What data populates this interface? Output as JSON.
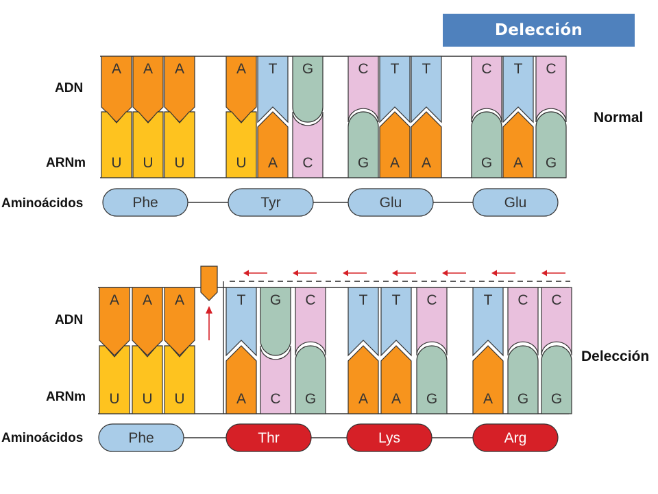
{
  "header": {
    "title": "Delección"
  },
  "colors": {
    "A": "#f7941d",
    "T": "#a9cce8",
    "G": "#a8c8b8",
    "C": "#e9c0dd",
    "U": "#fec31f",
    "aa_normal": "#a9cce8",
    "aa_mutant": "#d62027",
    "arrow": "#d62027"
  },
  "panels": [
    {
      "id": "normal",
      "side_label": "Normal",
      "labels": {
        "dna": "ADN",
        "mrna": "ARNm",
        "amino": "Aminoácidos"
      },
      "dna": [
        "A",
        "A",
        "A",
        "A",
        "T",
        "G",
        "C",
        "T",
        "T",
        "C",
        "T",
        "C"
      ],
      "mrna": [
        "U",
        "U",
        "U",
        "U",
        "A",
        "C",
        "G",
        "A",
        "A",
        "G",
        "A",
        "G"
      ],
      "amino_acids": [
        {
          "name": "Phe",
          "mutant": false
        },
        {
          "name": "Tyr",
          "mutant": false
        },
        {
          "name": "Glu",
          "mutant": false
        },
        {
          "name": "Glu",
          "mutant": false
        }
      ]
    },
    {
      "id": "deletion",
      "side_label": "Delección",
      "labels": {
        "dna": "ADN",
        "mrna": "ARNm",
        "amino": "Aminoácidos"
      },
      "deleted_base": "A",
      "dna": [
        "A",
        "A",
        "A",
        "T",
        "G",
        "C",
        "T",
        "T",
        "C",
        "T",
        "C",
        "C"
      ],
      "mrna": [
        "U",
        "U",
        "U",
        "A",
        "C",
        "G",
        "A",
        "A",
        "G",
        "A",
        "G",
        "G"
      ],
      "amino_acids": [
        {
          "name": "Phe",
          "mutant": false
        },
        {
          "name": "Thr",
          "mutant": true
        },
        {
          "name": "Lys",
          "mutant": true
        },
        {
          "name": "Arg",
          "mutant": true
        }
      ]
    }
  ]
}
